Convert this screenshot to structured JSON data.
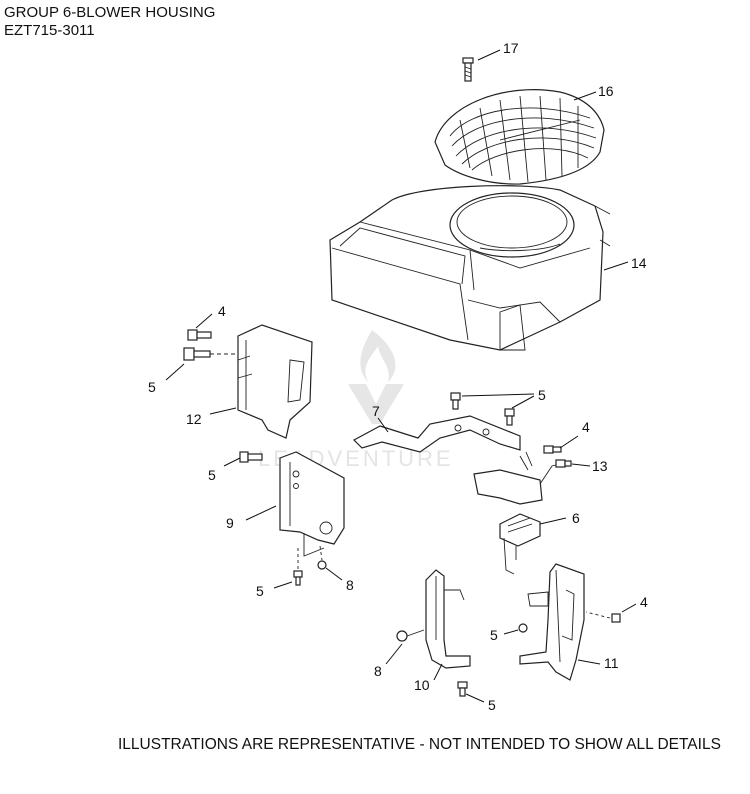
{
  "header": {
    "title_line1": "GROUP 6-BLOWER HOUSING",
    "title_line2": "EZT715-3011"
  },
  "watermark": {
    "text": "LEADVENTURE",
    "icon": "flame-logo-icon"
  },
  "callouts": {
    "c17": "17",
    "c16": "16",
    "c14": "14",
    "c4a": "4",
    "c5a": "5",
    "c12": "12",
    "c5b": "5",
    "c7": "7",
    "c4b": "4",
    "c13": "13",
    "c5c": "5",
    "c9": "9",
    "c6": "6",
    "c5d": "5",
    "c8a": "8",
    "c4c": "4",
    "c5e": "5",
    "c11": "11",
    "c8b": "8",
    "c10": "10",
    "c5f": "5"
  },
  "footer": {
    "note": "ILLUSTRATIONS ARE REPRESENTATIVE - NOT INTENDED TO SHOW ALL DETAILS"
  }
}
